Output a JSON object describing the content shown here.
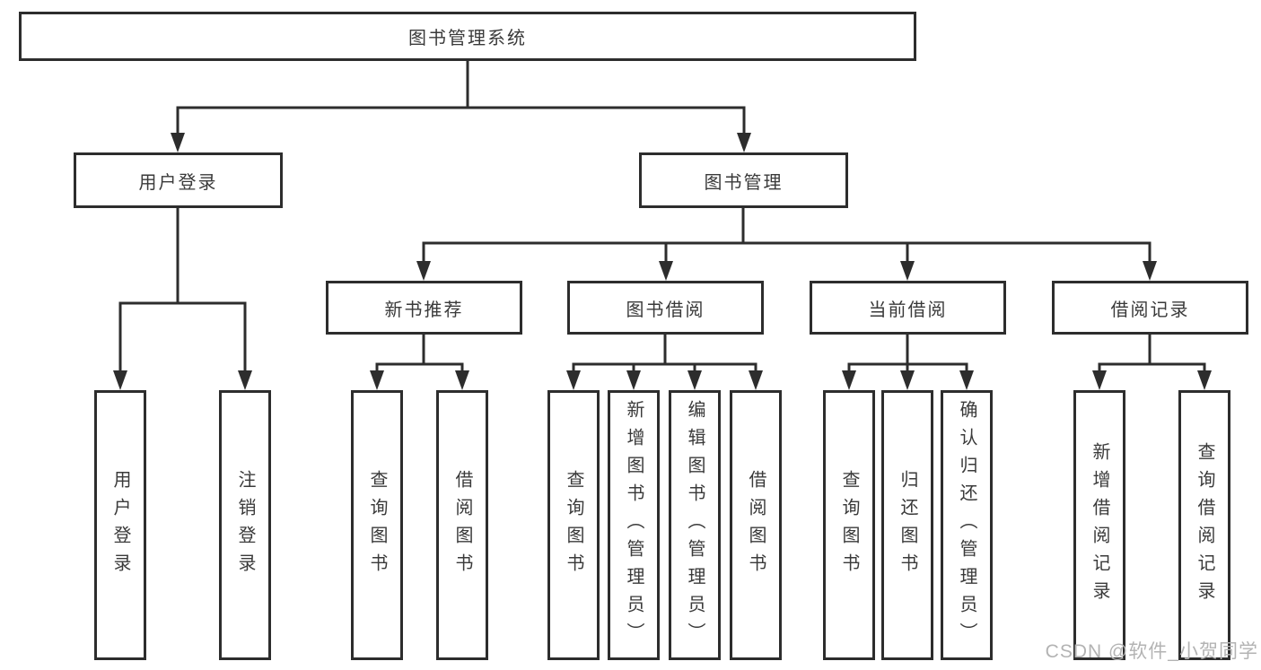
{
  "diagram": {
    "title": "图书管理系统",
    "user_login": {
      "label": "用户登录",
      "children": [
        "用户登录",
        "注销登录"
      ]
    },
    "book_management": {
      "label": "图书管理",
      "sections": [
        {
          "label": "新书推荐",
          "children": [
            "查询图书",
            "借阅图书"
          ]
        },
        {
          "label": "图书借阅",
          "children": [
            "查询图书",
            "新增图书（管理员）",
            "编辑图书（管理员）",
            "借阅图书"
          ]
        },
        {
          "label": "当前借阅",
          "children": [
            "查询图书",
            "归还图书",
            "确认归还（管理员）"
          ]
        },
        {
          "label": "借阅记录",
          "children": [
            "新增借阅记录",
            "查询借阅记录"
          ]
        }
      ]
    }
  },
  "watermark": "CSDN @软件_小贺同学",
  "colors": {
    "line": "#2d2d2d",
    "text": "#3a3a3a",
    "watermark": "#b3b3b3",
    "background": "#ffffff"
  }
}
